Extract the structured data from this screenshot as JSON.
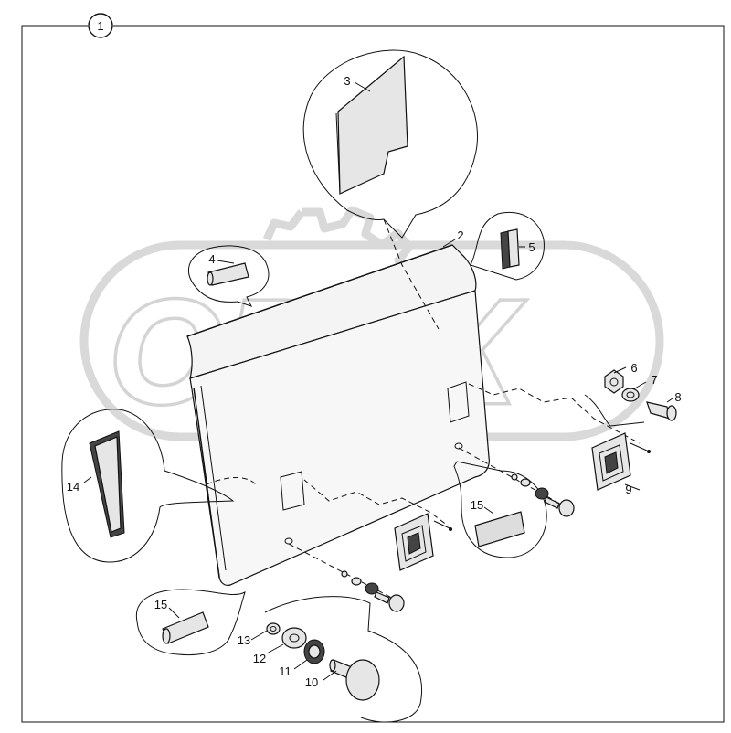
{
  "diagram": {
    "assembly_ref": "1",
    "watermark_text": "OPEX",
    "callouts": {
      "c2": "2",
      "c3": "3",
      "c4": "4",
      "c5": "5",
      "c6": "6",
      "c7": "7",
      "c8": "8",
      "c9": "9",
      "c10": "10",
      "c11": "11",
      "c12": "12",
      "c13": "13",
      "c14": "14",
      "c15a": "15",
      "c15b": "15"
    }
  }
}
